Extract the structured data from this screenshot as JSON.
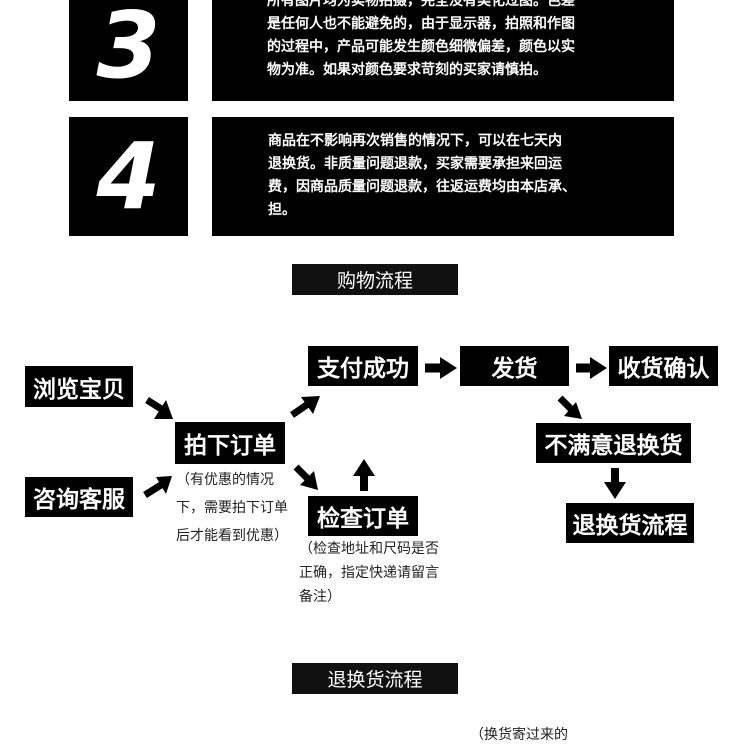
{
  "info_blocks": [
    {
      "number": "3",
      "lines": [
        "所有图片均为实物拍摄，完全没有美化过图。色差",
        "是任何人也不能避免的，由于显示器，拍照和作图",
        "的过程中，产品可能发生颜色细微偏差，颜色以实",
        "物为准。如果对颜色要求苛刻的买家请慎拍。"
      ]
    },
    {
      "number": "4",
      "lines": [
        "商品在不影响再次销售的情况下，可以在七天内",
        "退换货。非质量问题退款，买家需要承担来回运",
        "费，因商品质量问题退款，往返运费均由本店承、",
        "担。"
      ]
    }
  ],
  "section_titles": {
    "shopping": "购物流程",
    "returns": "退换货流程"
  },
  "flow": {
    "browse": "浏览宝贝",
    "consult": "咨询客服",
    "place_order": "拍下订单",
    "pay_success": "支付成功",
    "check_order": "检查订单",
    "ship": "发货",
    "receive": "收货确认",
    "unsatisfied": "不满意退换货",
    "return_process": "退换货流程"
  },
  "notes": {
    "discount": [
      "（有优惠的情况",
      "下，需要拍下订单",
      "后才能看到优惠）"
    ],
    "check": [
      "（检查地址和尺码是否",
      "正确，指定快递请留言",
      "备注）"
    ],
    "exchange_partial": "（换货寄过来的"
  }
}
